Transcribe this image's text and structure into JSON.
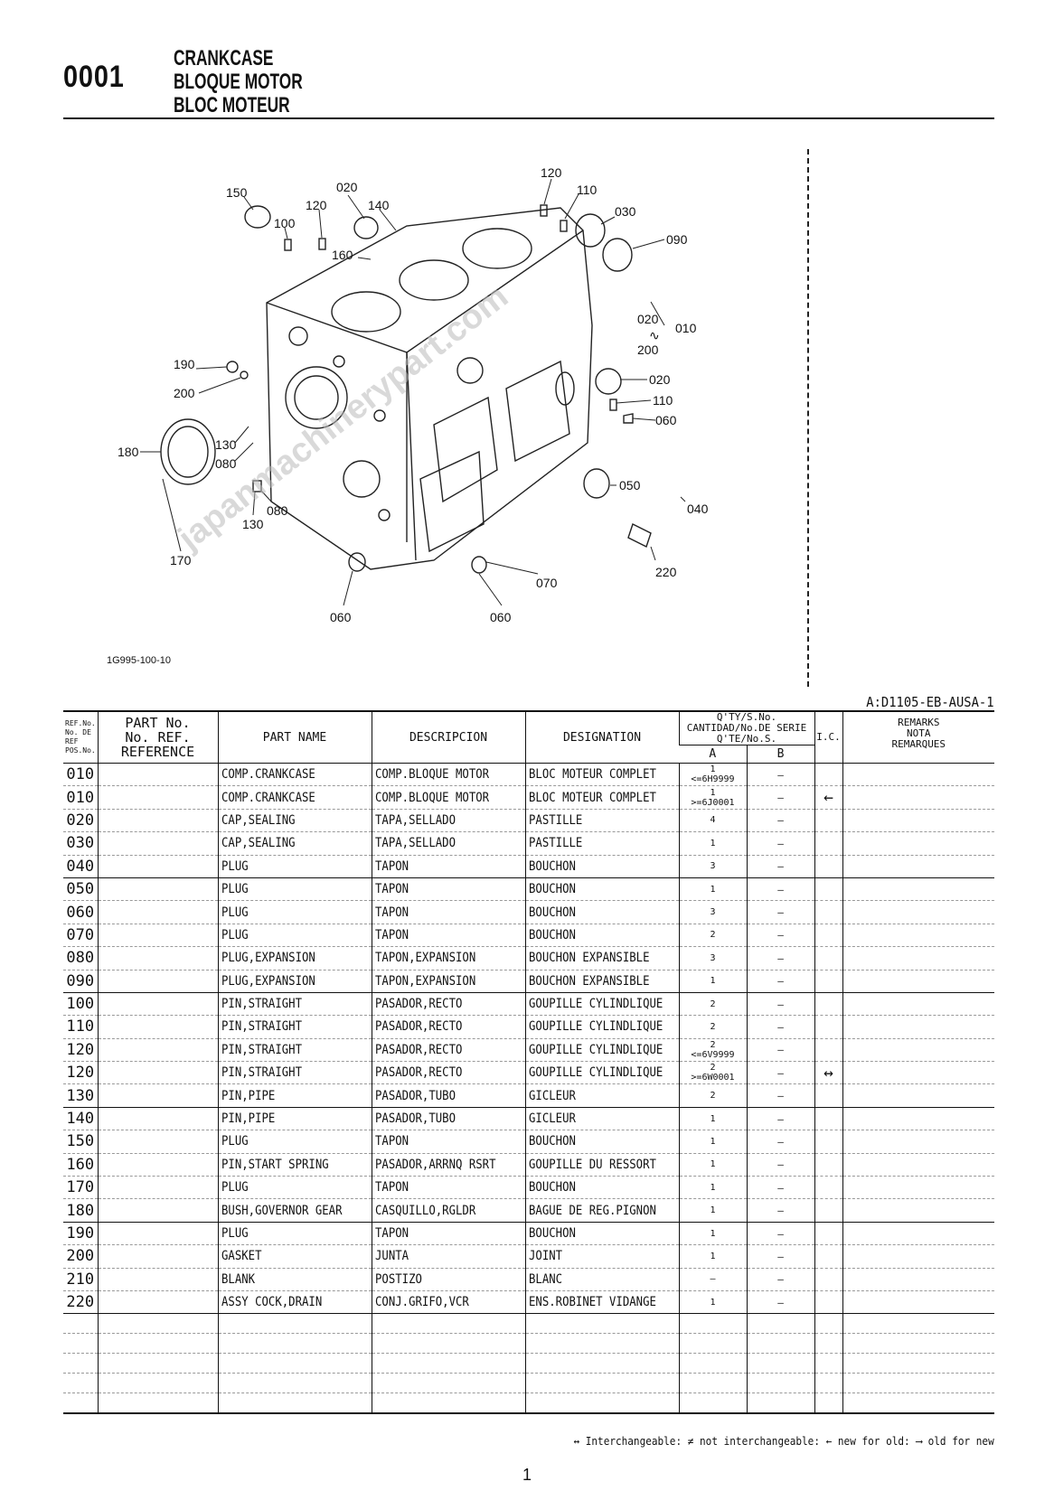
{
  "header": {
    "section_number": "0001",
    "title_en": "CRANKCASE",
    "title_es": "BLOQUE MOTOR",
    "title_fr": "BLOC MOTEUR"
  },
  "diagram": {
    "code": "1G995-100-10",
    "callouts": [
      "150",
      "100",
      "120",
      "020",
      "140",
      "160",
      "120",
      "110",
      "030",
      "090",
      "020",
      "200",
      "010",
      "190",
      "200",
      "020",
      "110",
      "060",
      "180",
      "130",
      "080",
      "080",
      "130",
      "170",
      "050",
      "040",
      "220",
      "070",
      "060",
      "060"
    ],
    "range_separator": "∿",
    "watermark": "japanmachinerypart.com"
  },
  "model_code": "A:D1105-EB-AUSA-1",
  "table": {
    "headers": {
      "ref_no": [
        "REF.No.",
        "No. DE REF",
        "POS.No."
      ],
      "part_no": [
        "PART No.",
        "No. REF.",
        "REFERENCE"
      ],
      "part_name": "PART NAME",
      "descripcion": "DESCRIPCION",
      "designation": "DESIGNATION",
      "qty": [
        "Q'TY/S.No.",
        "CANTIDAD/No.DE SERIE",
        "Q'TE/No.S."
      ],
      "qty_a": "A",
      "qty_b": "B",
      "ic": "I.C.",
      "remarks": [
        "REMARKS",
        "NOTA",
        "REMARQUES"
      ]
    },
    "rows": [
      {
        "ref": "010",
        "name": "COMP.CRANKCASE",
        "desc": "COMP.BLOQUE MOTOR",
        "desig": "BLOC MOTEUR COMPLET",
        "qa": "1",
        "serial": "<=6H9999",
        "qb": "–",
        "ic": "",
        "grp": false
      },
      {
        "ref": "010",
        "name": "COMP.CRANKCASE",
        "desc": "COMP.BLOQUE MOTOR",
        "desig": "BLOC MOTEUR COMPLET",
        "qa": "1",
        "serial": ">=6J0001",
        "qb": "–",
        "ic": "←",
        "grp": false
      },
      {
        "ref": "020",
        "name": "CAP,SEALING",
        "desc": "TAPA,SELLADO",
        "desig": "PASTILLE",
        "qa": "4",
        "serial": "",
        "qb": "–",
        "ic": "",
        "grp": false
      },
      {
        "ref": "030",
        "name": "CAP,SEALING",
        "desc": "TAPA,SELLADO",
        "desig": "PASTILLE",
        "qa": "1",
        "serial": "",
        "qb": "–",
        "ic": "",
        "grp": false
      },
      {
        "ref": "040",
        "name": "PLUG",
        "desc": "TAPON",
        "desig": "BOUCHON",
        "qa": "3",
        "serial": "",
        "qb": "–",
        "ic": "",
        "grp": true
      },
      {
        "ref": "050",
        "name": "PLUG",
        "desc": "TAPON",
        "desig": "BOUCHON",
        "qa": "1",
        "serial": "",
        "qb": "–",
        "ic": "",
        "grp": false
      },
      {
        "ref": "060",
        "name": "PLUG",
        "desc": "TAPON",
        "desig": "BOUCHON",
        "qa": "3",
        "serial": "",
        "qb": "–",
        "ic": "",
        "grp": false
      },
      {
        "ref": "070",
        "name": "PLUG",
        "desc": "TAPON",
        "desig": "BOUCHON",
        "qa": "2",
        "serial": "",
        "qb": "–",
        "ic": "",
        "grp": false
      },
      {
        "ref": "080",
        "name": "PLUG,EXPANSION",
        "desc": "TAPON,EXPANSION",
        "desig": "BOUCHON EXPANSIBLE",
        "qa": "3",
        "serial": "",
        "qb": "–",
        "ic": "",
        "grp": false
      },
      {
        "ref": "090",
        "name": "PLUG,EXPANSION",
        "desc": "TAPON,EXPANSION",
        "desig": "BOUCHON EXPANSIBLE",
        "qa": "1",
        "serial": "",
        "qb": "–",
        "ic": "",
        "grp": true
      },
      {
        "ref": "100",
        "name": "PIN,STRAIGHT",
        "desc": "PASADOR,RECTO",
        "desig": "GOUPILLE CYLINDLIQUE",
        "qa": "2",
        "serial": "",
        "qb": "–",
        "ic": "",
        "grp": false
      },
      {
        "ref": "110",
        "name": "PIN,STRAIGHT",
        "desc": "PASADOR,RECTO",
        "desig": "GOUPILLE CYLINDLIQUE",
        "qa": "2",
        "serial": "",
        "qb": "–",
        "ic": "",
        "grp": false
      },
      {
        "ref": "120",
        "name": "PIN,STRAIGHT",
        "desc": "PASADOR,RECTO",
        "desig": "GOUPILLE CYLINDLIQUE",
        "qa": "2",
        "serial": "<=6V9999",
        "qb": "–",
        "ic": "",
        "grp": false
      },
      {
        "ref": "120",
        "name": "PIN,STRAIGHT",
        "desc": "PASADOR,RECTO",
        "desig": "GOUPILLE CYLINDLIQUE",
        "qa": "2",
        "serial": ">=6W0001",
        "qb": "–",
        "ic": "↔",
        "grp": false
      },
      {
        "ref": "130",
        "name": "PIN,PIPE",
        "desc": "PASADOR,TUBO",
        "desig": "GICLEUR",
        "qa": "2",
        "serial": "",
        "qb": "–",
        "ic": "",
        "grp": true
      },
      {
        "ref": "140",
        "name": "PIN,PIPE",
        "desc": "PASADOR,TUBO",
        "desig": "GICLEUR",
        "qa": "1",
        "serial": "",
        "qb": "–",
        "ic": "",
        "grp": false
      },
      {
        "ref": "150",
        "name": "PLUG",
        "desc": "TAPON",
        "desig": "BOUCHON",
        "qa": "1",
        "serial": "",
        "qb": "–",
        "ic": "",
        "grp": false
      },
      {
        "ref": "160",
        "name": "PIN,START SPRING",
        "desc": "PASADOR,ARRNQ RSRT",
        "desig": "GOUPILLE DU RESSORT",
        "qa": "1",
        "serial": "",
        "qb": "–",
        "ic": "",
        "grp": false
      },
      {
        "ref": "170",
        "name": "PLUG",
        "desc": "TAPON",
        "desig": "BOUCHON",
        "qa": "1",
        "serial": "",
        "qb": "–",
        "ic": "",
        "grp": false
      },
      {
        "ref": "180",
        "name": "BUSH,GOVERNOR GEAR",
        "desc": "CASQUILLO,RGLDR",
        "desig": "BAGUE DE REG.PIGNON",
        "qa": "1",
        "serial": "",
        "qb": "–",
        "ic": "",
        "grp": true
      },
      {
        "ref": "190",
        "name": "PLUG",
        "desc": "TAPON",
        "desig": "BOUCHON",
        "qa": "1",
        "serial": "",
        "qb": "–",
        "ic": "",
        "grp": false
      },
      {
        "ref": "200",
        "name": "GASKET",
        "desc": "JUNTA",
        "desig": "JOINT",
        "qa": "1",
        "serial": "",
        "qb": "–",
        "ic": "",
        "grp": false
      },
      {
        "ref": "210",
        "name": "BLANK",
        "desc": "POSTIZO",
        "desig": "BLANC",
        "qa": "–",
        "serial": "",
        "qb": "–",
        "ic": "",
        "grp": false
      },
      {
        "ref": "220",
        "name": "ASSY COCK,DRAIN",
        "desc": "CONJ.GRIFO,VCR",
        "desig": "ENS.ROBINET VIDANGE",
        "qa": "1",
        "serial": "",
        "qb": "–",
        "ic": "",
        "grp": true
      }
    ]
  },
  "footer": {
    "legend": "↔ Interchangeable: ≠ not interchangeable: ← new for old: ⟶ old for new",
    "page_number": "1"
  }
}
